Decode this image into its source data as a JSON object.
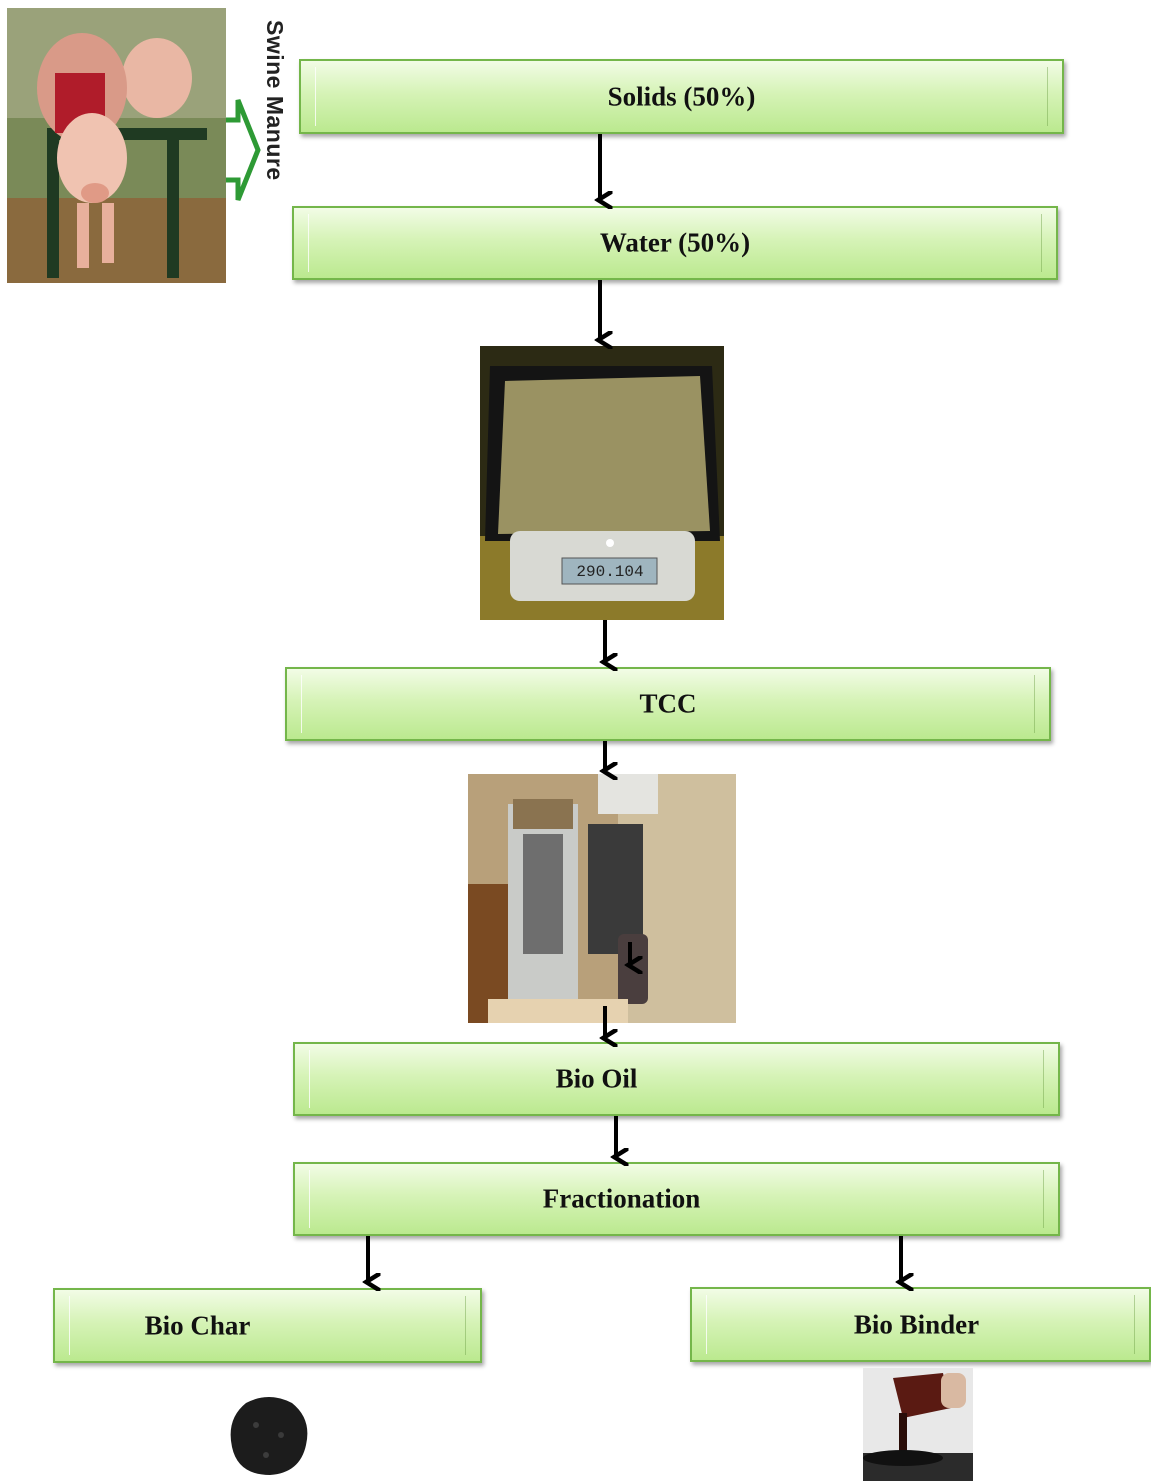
{
  "source_label": "Swine Manure",
  "boxes": {
    "solids": "Solids (50%)",
    "water": "Water (50%)",
    "tcc": "TCC",
    "bio_oil": "Bio Oil",
    "fractionation": "Fractionation",
    "bio_char": "Bio Char",
    "bio_binder": "Bio Binder"
  },
  "scale_display": "290.104"
}
